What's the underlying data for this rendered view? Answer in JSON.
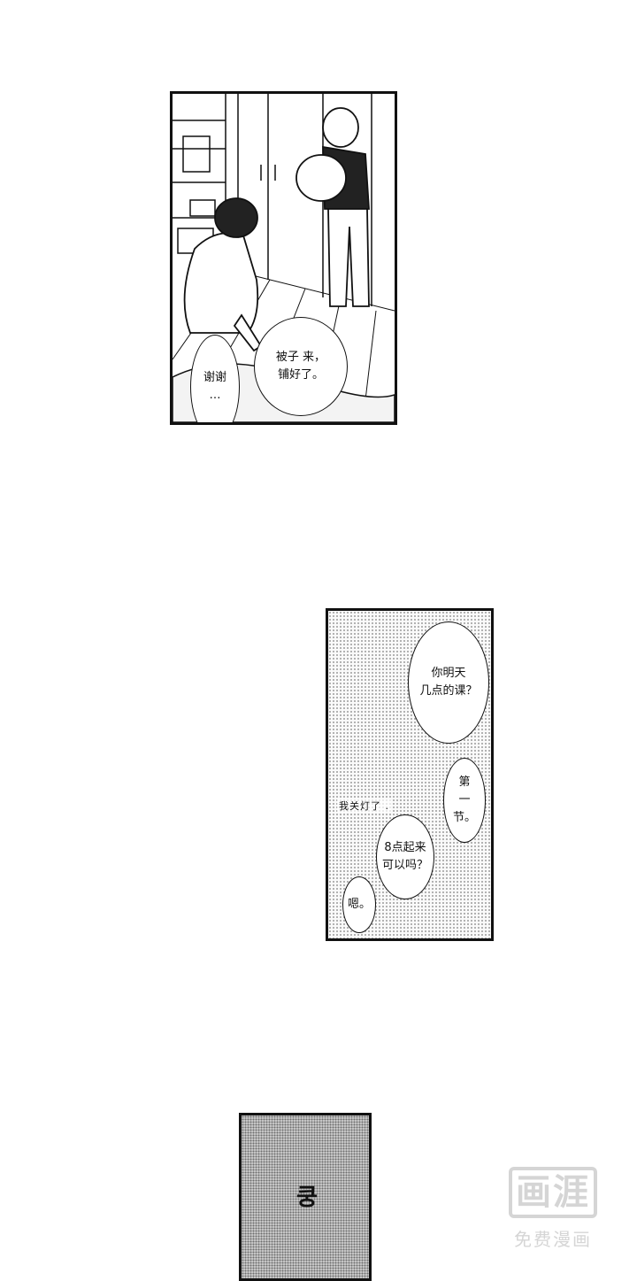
{
  "panels": {
    "bedroom": {
      "bubbles": [
        {
          "id": "thanks",
          "text": "谢谢\n…"
        },
        {
          "id": "bedding",
          "text": "被子  来，\n铺好了。"
        }
      ]
    },
    "night": {
      "bubbles": [
        {
          "id": "question",
          "text": "你明天\n几点的课？"
        },
        {
          "id": "first",
          "text": "第\n一节。"
        },
        {
          "id": "wake",
          "text": "8点起来\n可以吗？"
        },
        {
          "id": "ok",
          "text": "嗯。"
        }
      ],
      "caption": "我关灯了 ."
    },
    "thud": {
      "sfx": "쿵"
    }
  },
  "watermark": {
    "logo": "画涯",
    "sub": "免费漫画"
  }
}
